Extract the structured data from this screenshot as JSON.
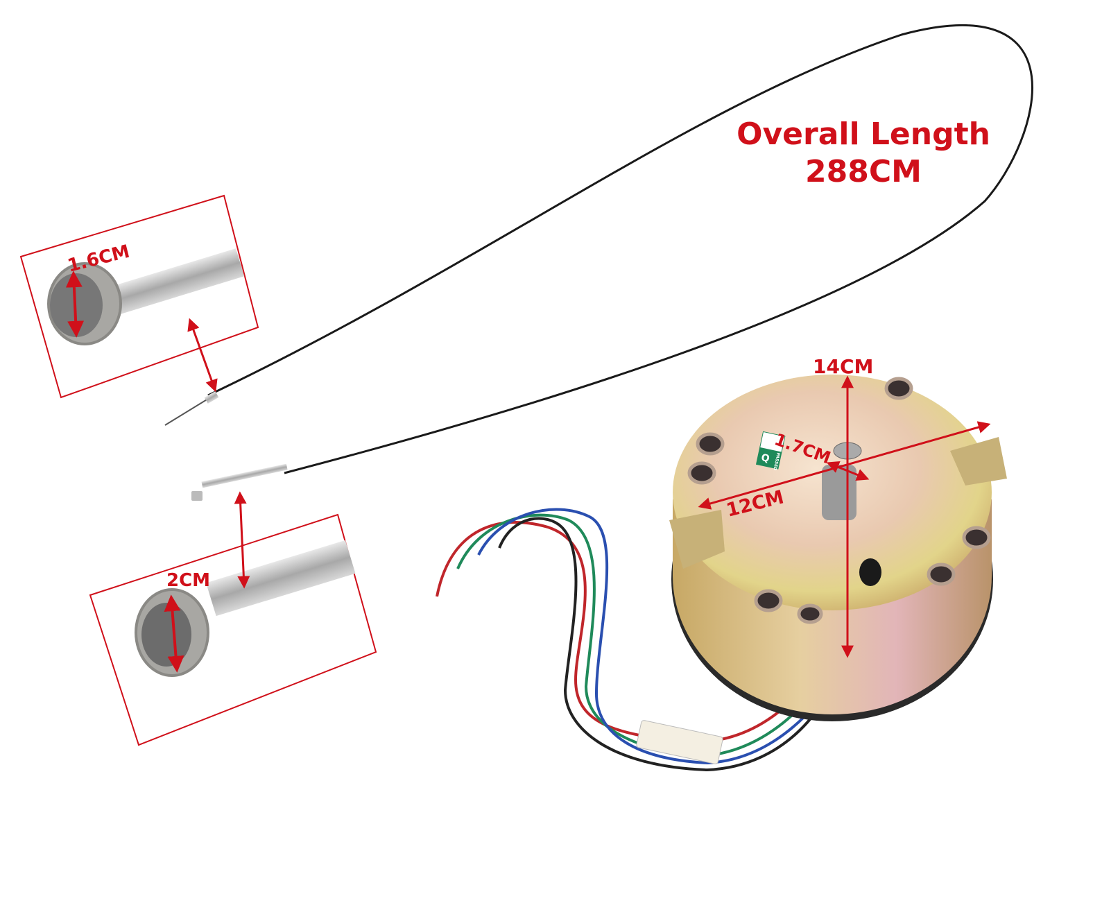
{
  "title": {
    "line1": "Overall Length",
    "line2": "288CM"
  },
  "labels": {
    "top_connector_diameter": "1.6CM",
    "bottom_connector_diameter": "2CM",
    "gauge_height": "14CM",
    "gauge_shaft": "1.7CM",
    "gauge_width": "12CM"
  },
  "sticker": {
    "text": "PASSED"
  },
  "colors": {
    "annotation": "#d0101a",
    "cable": "#1a1a1a",
    "wire_red": "#c0262b",
    "wire_green": "#1f8a5a",
    "wire_blue": "#2a4fb0",
    "wire_black": "#222222"
  }
}
